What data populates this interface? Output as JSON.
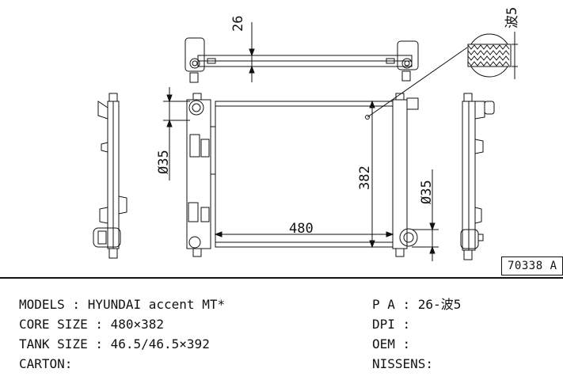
{
  "drawing": {
    "dim_top": "26",
    "dim_wave": "波5",
    "dim_left_tank": "Ø35",
    "dim_height": "382",
    "dim_right_tank": "Ø35",
    "dim_width": "480"
  },
  "part_number": "70338 A",
  "specs_left": [
    {
      "label": "MODELS : ",
      "value": "HYUNDAI accent MT*"
    },
    {
      "label": "CORE SIZE : ",
      "value": "480×382"
    },
    {
      "label": "TANK SIZE : ",
      "value": "46.5/46.5×392"
    },
    {
      "label": "CARTON:",
      "value": ""
    }
  ],
  "specs_right": [
    {
      "label": "P A : ",
      "value": "26-波5"
    },
    {
      "label": "DPI : ",
      "value": ""
    },
    {
      "label": "OEM : ",
      "value": ""
    },
    {
      "label": "NISSENS:",
      "value": ""
    }
  ]
}
